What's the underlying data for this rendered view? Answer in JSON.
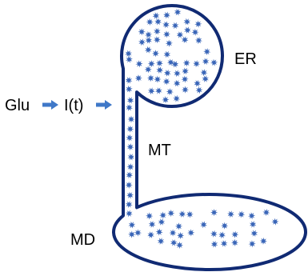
{
  "labels": {
    "er": "ER",
    "mt": "MT",
    "md": "MD",
    "glucose": "Glu",
    "input": "I(t)"
  },
  "colors": {
    "outline": "#102a73",
    "particle": "#3a66b8",
    "arrow": "#3f78c8",
    "text": "#000000"
  },
  "icons": {
    "particle": "star-particle-icon",
    "arrow": "right-arrow-icon"
  }
}
